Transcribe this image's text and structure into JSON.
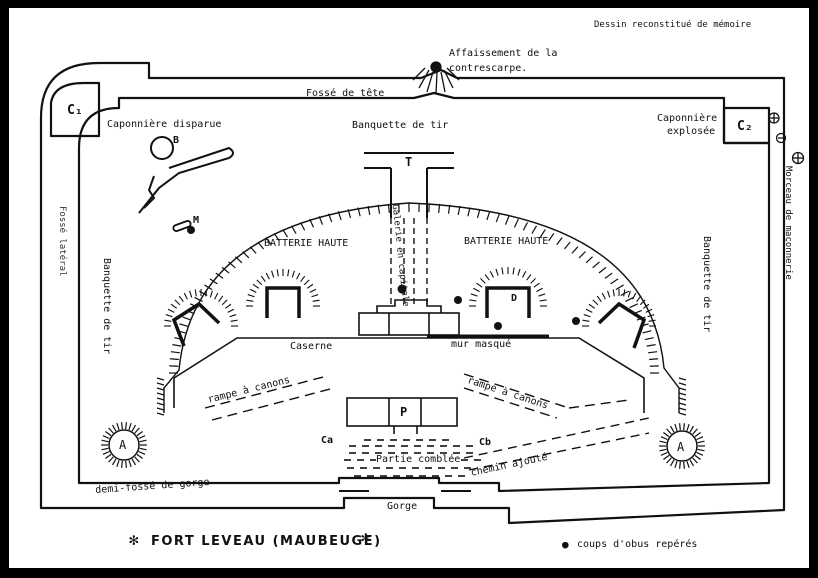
{
  "note_top": "Dessin reconstitué de mémoire",
  "title": "FORT LEVEAU (MAUBEUGE)",
  "title_marks": [
    "✻",
    "✻"
  ],
  "labels": {
    "affaissement_1": "Affaissement de la",
    "affaissement_2": "contrescarpe.",
    "fosse_tete": "Fossé de tête",
    "c1": "C₁",
    "c2": "C₂",
    "caponniere_disparue": "Caponnière disparue",
    "b": "B",
    "banquette_tir_top": "Banquette de tir",
    "t": "T",
    "caponniere_explosee_1": "Caponnière",
    "caponniere_explosee_2": "explosée",
    "m": "M",
    "batterie_haute_left": "BATTERIE HAUTE",
    "batterie_haute_right": "BATTERIE HAUTE",
    "galerie_capitale": "Galerie en capitale",
    "d": "D",
    "caserne": "Caserne",
    "mur_masque": "mur masqué",
    "fosse_lateral": "Fossé latéral",
    "banquette_tir_left": "Banquette de tir",
    "banquette_tir_right": "Banquette de tir",
    "morceau_maconnerie": "Morceau de maçonnerie",
    "rampe_canons_left": "rampe à canons",
    "rampe_canons_right": "rampe à canons",
    "p": "P",
    "ca": "Ca",
    "cb": "Cb",
    "partie_comblee": "Partie comblée",
    "chemin_ajoute": "chemin ajouté",
    "a_left": "A",
    "a_right": "A",
    "demi_fosse": "demi-fossé de gorge",
    "gorge": "Gorge"
  },
  "legend": {
    "symbol": "●",
    "text": "coups d'obus repérés"
  }
}
